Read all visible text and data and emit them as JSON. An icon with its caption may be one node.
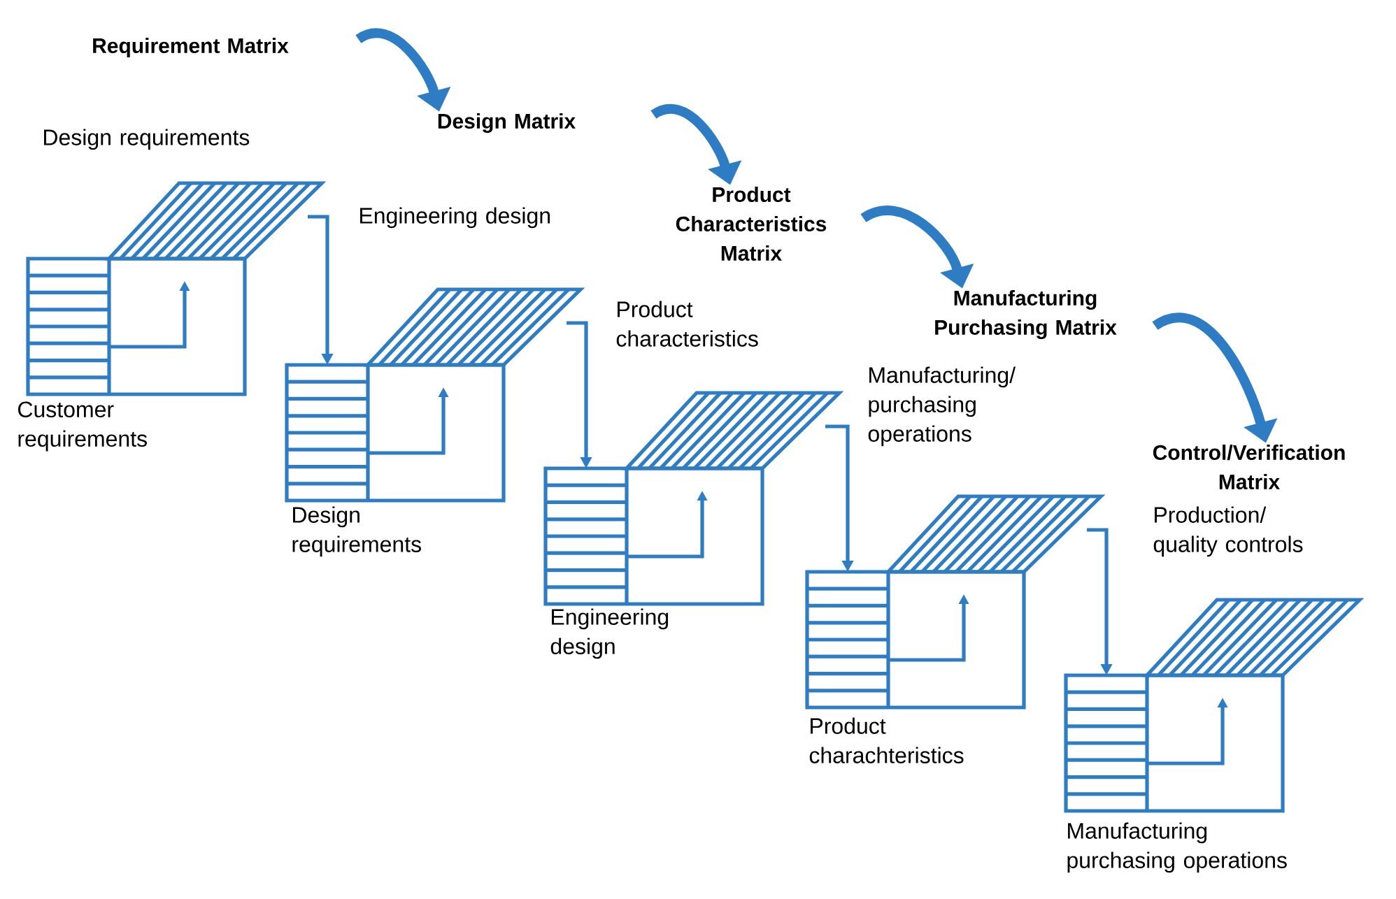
{
  "diagram": {
    "nodes": [
      {
        "text": [
          "Requirement Matrix"
        ]
      },
      {
        "text": [
          "Design Matrix"
        ]
      },
      {
        "text": [
          "Product Characteristics Matrix"
        ]
      },
      {
        "text": [
          "Manufacturing Purchasing Matrix"
        ]
      },
      {
        "text": [
          "Control/Verification Matrix"
        ]
      },
      {
        "text": [],
        "shape": "box",
        "beside": [
          "Design requirements",
          "Customer requirements"
        ]
      },
      {
        "text": [],
        "shape": "box",
        "beside": [
          "Engineering design",
          "Design requirements"
        ]
      },
      {
        "text": [],
        "shape": "box",
        "beside": [
          "Product characteristics",
          "Engineering design"
        ]
      },
      {
        "text": [],
        "shape": "box",
        "beside": [
          "Product charachteristics"
        ]
      },
      {
        "text": [],
        "shape": "box",
        "beside": [
          "Manufacturing purchasing operations"
        ]
      }
    ],
    "labels": [
      "Manufacturing/ purchasing operations",
      "Production/ quality controls"
    ],
    "edges": [
      {
        "from": 0,
        "to": 1,
        "arrow": "to",
        "style": "thick"
      },
      {
        "from": 1,
        "to": 2,
        "arrow": "to",
        "style": "thick"
      },
      {
        "from": 2,
        "to": 3,
        "arrow": "to",
        "style": "thick"
      },
      {
        "from": 3,
        "to": 4,
        "arrow": "to",
        "style": "thick"
      },
      {
        "from": 5,
        "to": 6,
        "arrow": "to"
      },
      {
        "from": 6,
        "to": 7,
        "arrow": "to"
      },
      {
        "from": 7,
        "to": 8,
        "arrow": "to"
      },
      {
        "from": 8,
        "to": 9,
        "arrow": "to"
      }
    ]
  }
}
